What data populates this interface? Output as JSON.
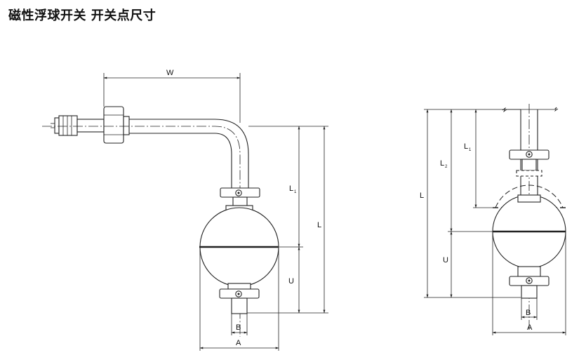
{
  "title": "磁性浮球开关 开关点尺寸",
  "left_figure": {
    "dim_w": "W",
    "dim_l": "L",
    "dim_l1": "L",
    "dim_l1_sub": "1",
    "dim_u": "U",
    "dim_a": "A",
    "dim_b": "B"
  },
  "right_figure": {
    "dim_l": "L",
    "dim_l1": "L",
    "dim_l1_sub": "1",
    "dim_l2": "L",
    "dim_l2_sub": "2",
    "dim_u": "U",
    "dim_a": "A",
    "dim_b": "B"
  }
}
